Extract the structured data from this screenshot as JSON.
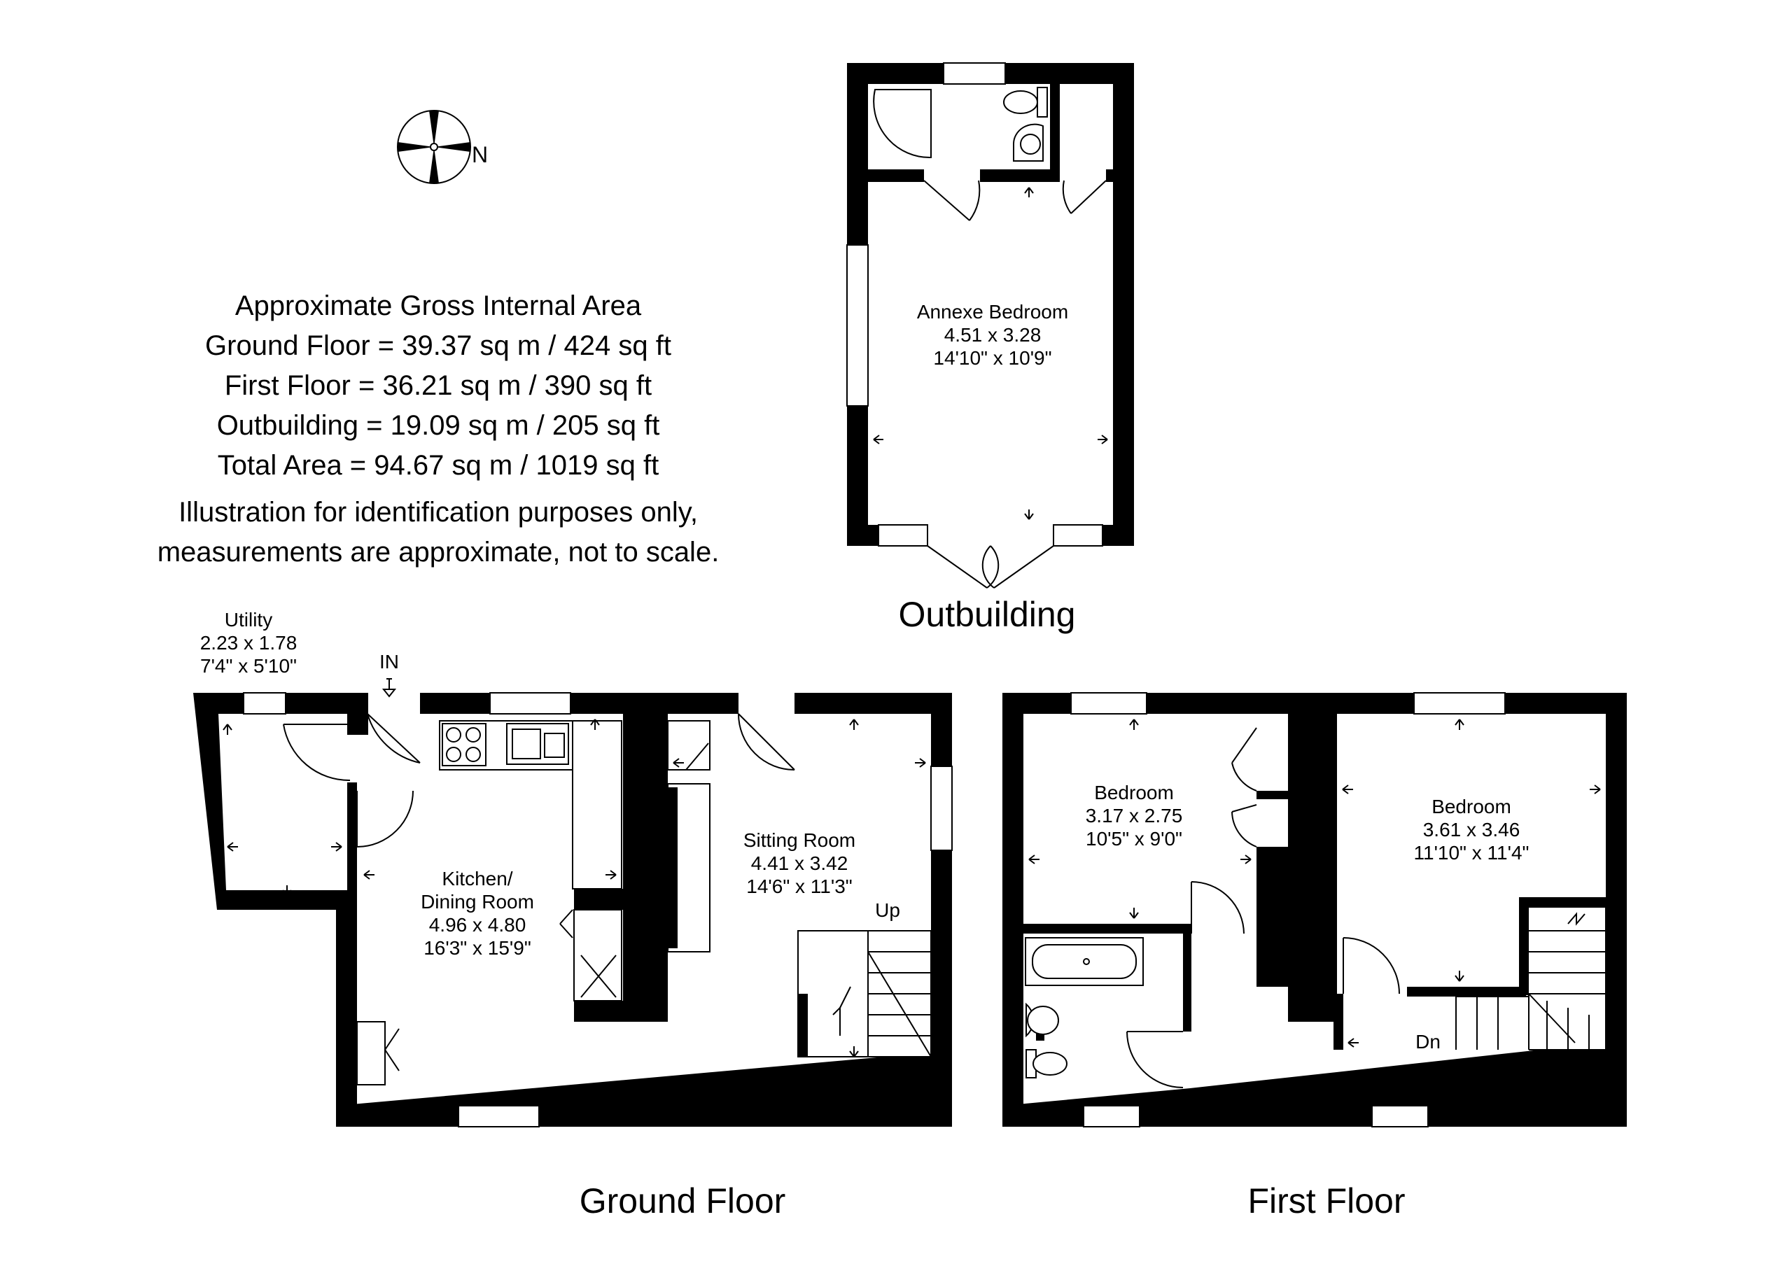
{
  "area_summary": {
    "heading": "Approximate Gross Internal Area",
    "lines": [
      "Ground Floor = 39.37 sq m / 424 sq ft",
      "First Floor = 36.21 sq m / 390 sq ft",
      "Outbuilding = 19.09 sq m / 205 sq ft",
      "Total Area = 94.67 sq m / 1019 sq ft"
    ],
    "disclaimer": [
      "Illustration for identification purposes only,",
      "measurements are approximate, not to scale."
    ]
  },
  "compass": {
    "north_label": "N",
    "icon": "compass-rose-icon"
  },
  "outbuilding": {
    "title": "Outbuilding",
    "room": {
      "name": "Annexe Bedroom",
      "metric": "4.51 x 3.28",
      "imperial": "14'10\" x 10'9\""
    }
  },
  "ground_floor": {
    "title": "Ground Floor",
    "entrance": "IN",
    "stairs": "Up",
    "utility": {
      "name": "Utility",
      "metric": "2.23 x 1.78",
      "imperial": "7'4\" x 5'10\""
    },
    "kitchen": {
      "name1": "Kitchen/",
      "name2": "Dining Room",
      "metric": "4.96 x 4.80",
      "imperial": "16'3\" x 15'9\""
    },
    "sitting": {
      "name": "Sitting Room",
      "metric": "4.41 x 3.42",
      "imperial": "14'6\" x 11'3\""
    }
  },
  "first_floor": {
    "title": "First Floor",
    "stairs": "Dn",
    "bedroom1": {
      "name": "Bedroom",
      "metric": "3.17 x 2.75",
      "imperial": "10'5\" x 9'0\""
    },
    "bedroom2": {
      "name": "Bedroom",
      "metric": "3.61 x 3.46",
      "imperial": "11'10\" x 11'4\""
    }
  }
}
